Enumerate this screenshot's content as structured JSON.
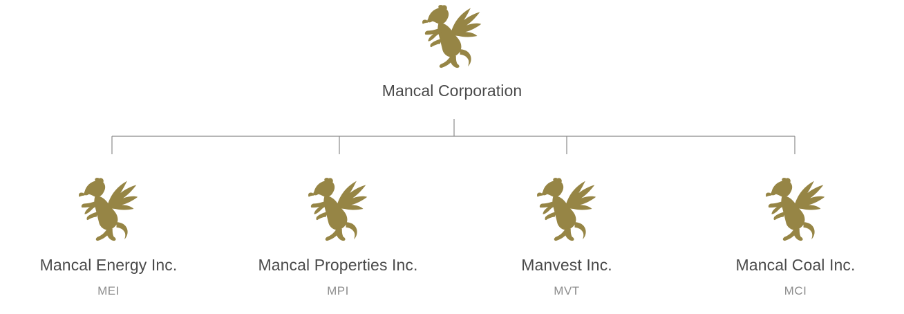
{
  "colors": {
    "logo_gold": "#968545",
    "name_text": "#4a4a4a",
    "code_text": "#8d8d8d",
    "connector": "#8a8a8a"
  },
  "icons": {
    "logo": "griffin-icon"
  },
  "root": {
    "name": "Mancal Corporation"
  },
  "children": [
    {
      "name": "Mancal Energy Inc.",
      "code": "MEI"
    },
    {
      "name": "Mancal Properties Inc.",
      "code": "MPI"
    },
    {
      "name": "Manvest Inc.",
      "code": "MVT"
    },
    {
      "name": "Mancal Coal Inc.",
      "code": "MCI"
    }
  ]
}
